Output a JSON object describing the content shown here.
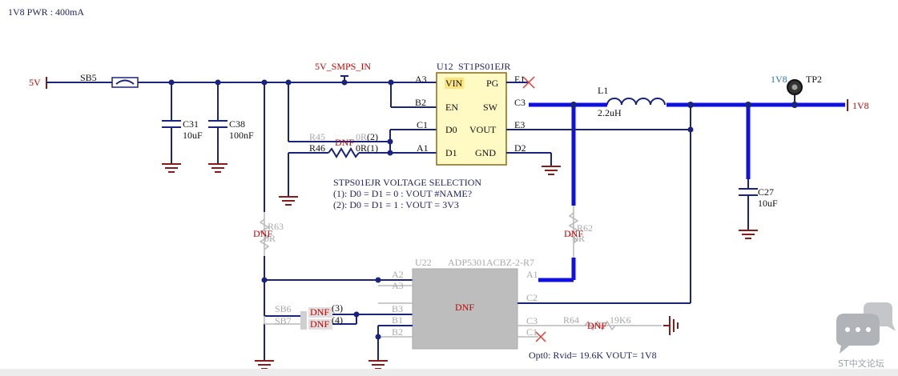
{
  "header": {
    "title": "1V8 PWR : 400mA"
  },
  "nets": {
    "v5": "5V",
    "v5_smps": "5V_SMPS_IN",
    "v1v8": "1V8",
    "v1v8_tp": "1V8",
    "tp": "TP2"
  },
  "parts": {
    "sb5": "SB5",
    "c31": {
      "ref": "C31",
      "val": "10uF"
    },
    "c38": {
      "ref": "C38",
      "val": "100nF"
    },
    "c27": {
      "ref": "C27",
      "val": "10uF"
    },
    "l1": {
      "ref": "L1",
      "val": "2.2uH"
    },
    "r45": {
      "ref": "R45",
      "val": "0R",
      "dnf": "DNF",
      "opt": "(2)"
    },
    "r46": {
      "ref": "R46",
      "val": "0R",
      "opt": "(1)"
    },
    "r63": {
      "ref": "R63",
      "val": "0R",
      "dnf": "DNF"
    },
    "r62": {
      "ref": "R62",
      "val": "0R",
      "dnf": "DNF"
    },
    "r64": {
      "ref": "R64",
      "val": "19K6",
      "dnf": "DNF"
    },
    "sb6": {
      "ref": "SB6",
      "dnf": "DNF",
      "opt": "(3)"
    },
    "sb7": {
      "ref": "SB7",
      "dnf": "DNF",
      "opt": "(4)"
    }
  },
  "u12": {
    "ref": "U12",
    "part": "ST1PS01EJR",
    "pins_left": [
      {
        "num": "A3",
        "name": "VIN"
      },
      {
        "num": "B2",
        "name": "EN"
      },
      {
        "num": "C1",
        "name": "D0"
      },
      {
        "num": "A1",
        "name": "D1"
      }
    ],
    "pins_right": [
      {
        "num": "E1",
        "name": "PG"
      },
      {
        "num": "C3",
        "name": "SW"
      },
      {
        "num": "E3",
        "name": "VOUT"
      },
      {
        "num": "D2",
        "name": "GND"
      }
    ]
  },
  "u22": {
    "ref": "U22",
    "part": "ADP5301ACBZ-2-R7",
    "body": "DNF",
    "pins_left": [
      "A2",
      "A3",
      "B3",
      "B1",
      "B2"
    ],
    "pins_right": [
      "A1",
      "C2",
      "C3",
      "C1"
    ]
  },
  "notes": {
    "sel_title": "STPS01EJR VOLTAGE SELECTION",
    "sel_1": "(1): D0 = D1 = 0 : VOUT #NAME?",
    "sel_2": "(2): D0 = D1 = 1 : VOUT = 3V3",
    "opt0": "Opt0: Rvid= 19.6K VOUT= 1V8"
  },
  "watermark": {
    "text": "ST中文论坛"
  },
  "colors": {
    "wire": "#1a237e",
    "bus_highlight": "#1010e0",
    "ic_body": "#fff9c4",
    "dnf_part": "#bdbdbd",
    "ground": "#8b1a1a",
    "dnf_text": "#cc0000"
  }
}
